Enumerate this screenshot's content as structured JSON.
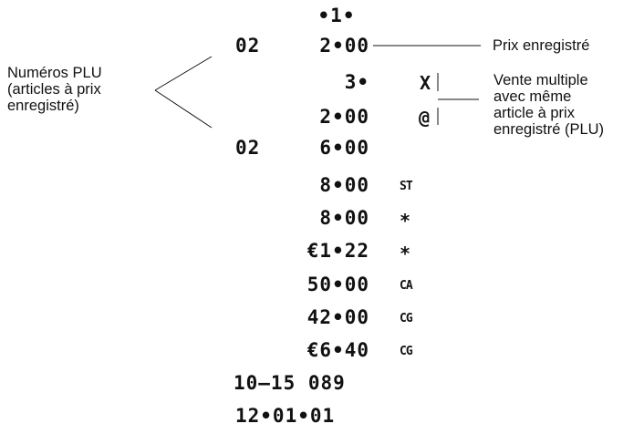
{
  "header": "•1•",
  "rows": [
    {
      "plu": "02",
      "amount": "2•00",
      "code": ""
    },
    {
      "plu": "",
      "amount": "3•",
      "code": "X"
    },
    {
      "plu": "",
      "amount": "2•00",
      "code": "@"
    },
    {
      "plu": "02",
      "amount": "6•00",
      "code": ""
    },
    {
      "plu": "",
      "amount": "8•00",
      "code": "ST"
    },
    {
      "plu": "",
      "amount": "8•00",
      "code": "*"
    },
    {
      "plu": "",
      "amount": "€1•22",
      "code": "*"
    },
    {
      "plu": "",
      "amount": "50•00",
      "code": "CA"
    },
    {
      "plu": "",
      "amount": "42•00",
      "code": "CG"
    },
    {
      "plu": "",
      "amount": "€6•40",
      "code": "CG"
    }
  ],
  "footer_line1": "10–15 089",
  "footer_line2": "12•01•01",
  "annotations": {
    "plu_numbers": "Numéros PLU\n(articles à prix\nenregistré)",
    "registered_price": "Prix enregistré",
    "multiple_sale": "Vente multiple\navec même\narticle à prix\nenregistré (PLU)"
  }
}
